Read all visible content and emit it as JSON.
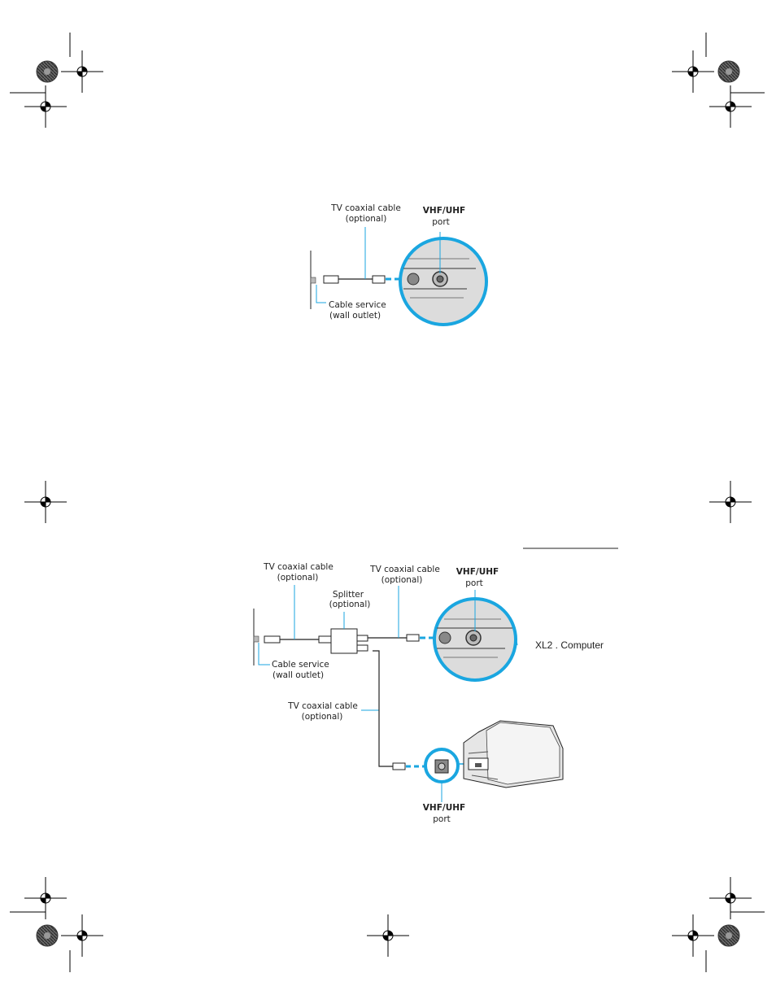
{
  "diagram1": {
    "cable_label": [
      "TV coaxial cable",
      "(optional)"
    ],
    "port_label": [
      "VHF/UHF",
      "port"
    ],
    "outlet_label": [
      "Cable service",
      "(wall outlet)"
    ]
  },
  "diagram2": {
    "cable_label_left": [
      "TV coaxial cable",
      "(optional)"
    ],
    "cable_label_right": [
      "TV coaxial cable",
      "(optional)"
    ],
    "splitter_label": [
      "Splitter",
      "(optional)"
    ],
    "port_label_top": [
      "VHF/UHF",
      "port"
    ],
    "outlet_label": [
      "Cable service",
      "(wall outlet)"
    ],
    "computer_label": "XL2 . Computer",
    "cable_label_bottom": [
      "TV coaxial cable",
      "(optional)"
    ],
    "port_label_bottom": [
      "VHF/UHF",
      "port"
    ]
  },
  "colors": {
    "accent": "#1aa6e0",
    "port_fill": "#dcdcdc",
    "line": "#222222"
  }
}
